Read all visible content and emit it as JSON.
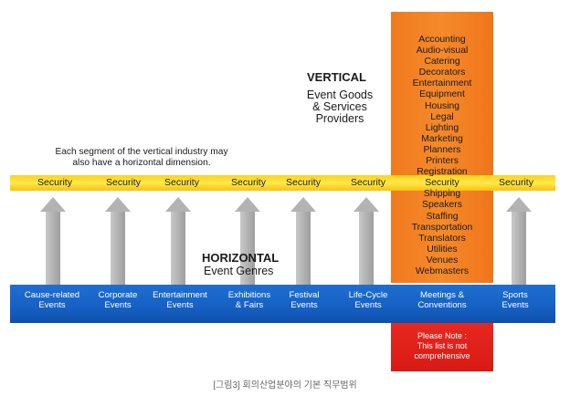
{
  "vertical": {
    "title": "VERTICAL",
    "subtitle_lines": [
      "Event Goods",
      "& Services",
      "Providers"
    ],
    "items": [
      "Accounting",
      "Audio-visual",
      "Catering",
      "Decorators",
      "Entertainment",
      "Equipment",
      "Housing",
      "Legal",
      "Lighting",
      "Marketing",
      "Planners",
      "Printers",
      "Registration",
      "Security",
      "Shipping",
      "Speakers",
      "Staffing",
      "Transportation",
      "Translators",
      "Utilities",
      "Venues",
      "Webmasters"
    ],
    "note_lines": [
      "Please Note :",
      "This list is not",
      "comprehensive"
    ]
  },
  "horizontal": {
    "title": "HORIZONTAL",
    "subtitle": "Event Genres"
  },
  "top_note_lines": [
    "Each segment of the vertical industry may",
    "also have a horizontal dimension."
  ],
  "security_label": "Security",
  "genres": [
    [
      "Cause-related",
      "Events"
    ],
    [
      "Corporate",
      "Events"
    ],
    [
      "Entertainment",
      "Events"
    ],
    [
      "Exhibitions",
      "& Fairs"
    ],
    [
      "Festival",
      "Events"
    ],
    [
      "Life-Cycle",
      "Events"
    ],
    [
      "Meetings &",
      "Conventions"
    ],
    [
      "Sports",
      "Events"
    ]
  ],
  "caption": "[그림3] 회의산업분야의 기본 직무범위",
  "colors": {
    "vertical_column": "#f58a2a",
    "note_block": "#e8281f",
    "security_band": "#ffd21a",
    "genre_band": "#1560c4",
    "arrow": "#b3b3b3"
  }
}
